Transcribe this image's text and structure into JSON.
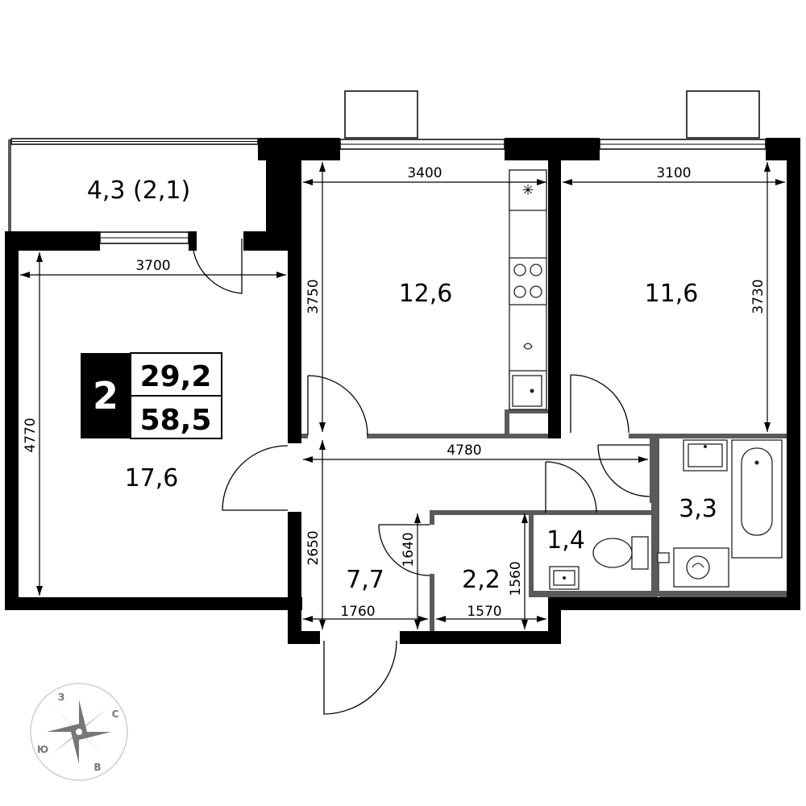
{
  "summary": {
    "rooms_count": "2",
    "living_area": "29,2",
    "total_area": "58,5"
  },
  "rooms": {
    "balcony": "4,3 (2,1)",
    "living": "17,6",
    "bedroom": "12,6",
    "bedroom2": "11,6",
    "hall": "7,7",
    "storage": "2,2",
    "wc": "1,4",
    "bath": "3,3"
  },
  "dimensions": {
    "d3400": "3400",
    "d3100": "3100",
    "d3700": "3700",
    "d3750": "3750",
    "d3730": "3730",
    "d4770": "4770",
    "d4780": "4780",
    "d2650": "2650",
    "d1640": "1640",
    "d1560": "1560",
    "d1760": "1760",
    "d1570": "1570"
  },
  "compass": {
    "n": "С",
    "s": "Ю",
    "e": "В",
    "w": "З"
  },
  "colors": {
    "wall": "#000000",
    "partition": "#5a5a5a",
    "compass": "#777777"
  },
  "icons": [
    "stove-icon",
    "sink-icon",
    "fridge-icon",
    "toilet-icon",
    "bathtub-icon",
    "washing-machine-icon",
    "compass-icon"
  ]
}
